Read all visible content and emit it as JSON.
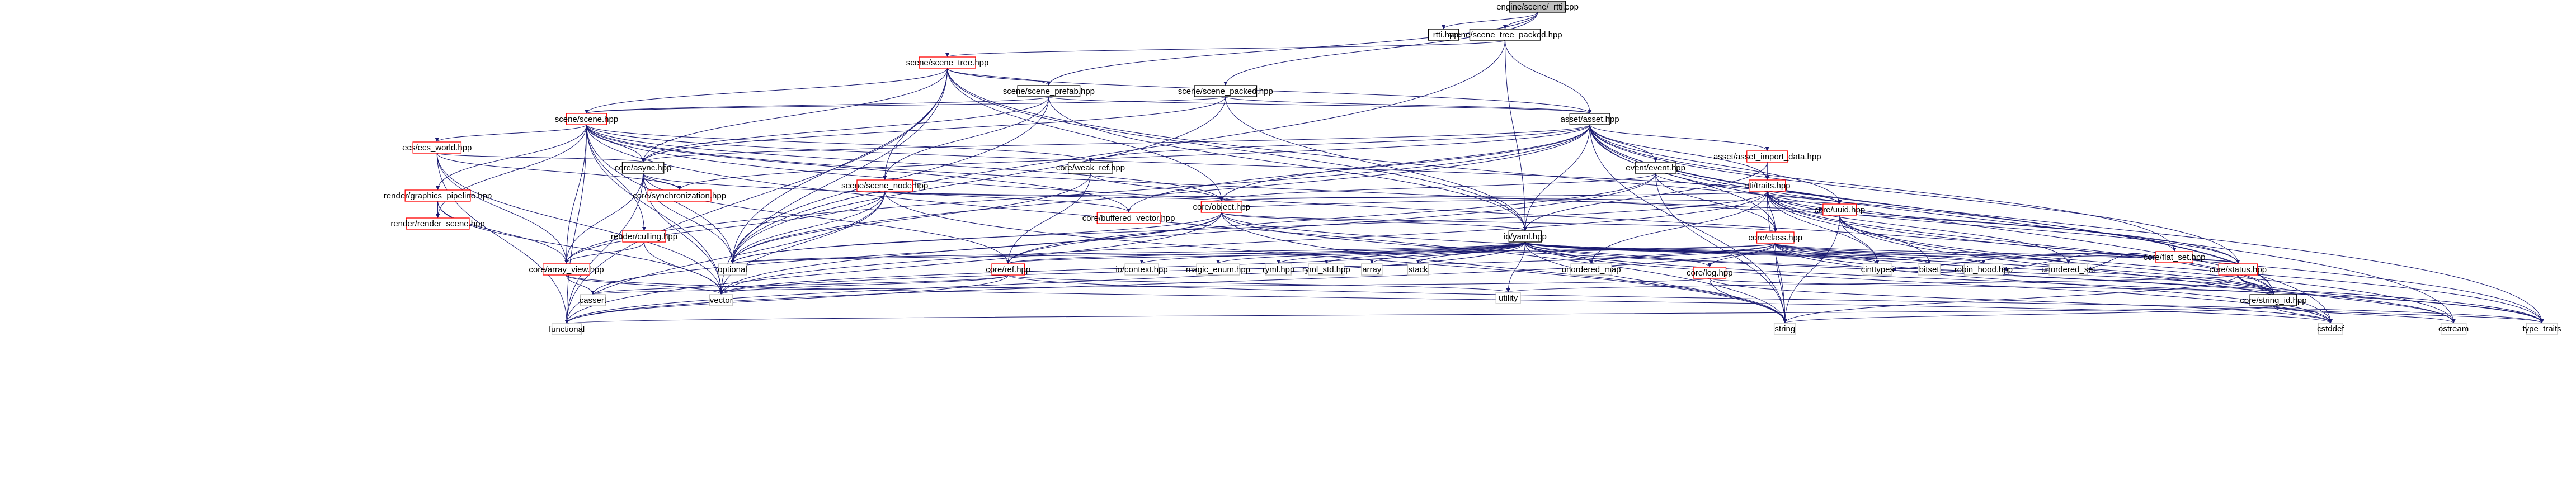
{
  "diagram": {
    "colors": {
      "edge": "#191970",
      "root_fill": "#bfbfbf",
      "external_fill": "#ffffff",
      "internal_border": "#ff0000",
      "external_border": "#000000",
      "text": "#000000"
    },
    "nodes": [
      {
        "id": "root",
        "label": "engine/scene/_rtti.cpp",
        "kind": "root"
      },
      {
        "id": "rtti",
        "label": "_rtti.hpp",
        "kind": "leaf"
      },
      {
        "id": "stp",
        "label": "scene/scene_tree_packed.hpp",
        "kind": "leaf"
      },
      {
        "id": "st",
        "label": "scene/scene_tree.hpp",
        "kind": "internal"
      },
      {
        "id": "sprefab",
        "label": "scene/scene_prefab.hpp",
        "kind": "leaf"
      },
      {
        "id": "spacked",
        "label": "scene/scene_packed.hpp",
        "kind": "leaf"
      },
      {
        "id": "scene",
        "label": "scene/scene.hpp",
        "kind": "internal"
      },
      {
        "id": "asset",
        "label": "asset/asset.hpp",
        "kind": "leaf"
      },
      {
        "id": "ecs",
        "label": "ecs/ecs_world.hpp",
        "kind": "internal"
      },
      {
        "id": "async",
        "label": "core/async.hpp",
        "kind": "leaf"
      },
      {
        "id": "weak",
        "label": "core/weak_ref.hpp",
        "kind": "leaf"
      },
      {
        "id": "event",
        "label": "event/event.hpp",
        "kind": "leaf"
      },
      {
        "id": "aimport",
        "label": "asset/asset_import_data.hpp",
        "kind": "internal"
      },
      {
        "id": "rtrait",
        "label": "rtti/traits.hpp",
        "kind": "internal"
      },
      {
        "id": "snode",
        "label": "scene/scene_node.hpp",
        "kind": "internal"
      },
      {
        "id": "sync",
        "label": "core/synchronization.hpp",
        "kind": "internal"
      },
      {
        "id": "gpipe",
        "label": "render/graphics_pipeline.hpp",
        "kind": "internal"
      },
      {
        "id": "rscene",
        "label": "render/render_scene.hpp",
        "kind": "internal"
      },
      {
        "id": "bvec",
        "label": "core/buffered_vector.hpp",
        "kind": "internal"
      },
      {
        "id": "object",
        "label": "core/object.hpp",
        "kind": "internal"
      },
      {
        "id": "uuid",
        "label": "core/uuid.hpp",
        "kind": "internal"
      },
      {
        "id": "cull",
        "label": "render/culling.hpp",
        "kind": "internal"
      },
      {
        "id": "yaml",
        "label": "io/yaml.hpp",
        "kind": "leaf"
      },
      {
        "id": "class",
        "label": "core/class.hpp",
        "kind": "internal"
      },
      {
        "id": "fset",
        "label": "core/flat_set.hpp",
        "kind": "internal"
      },
      {
        "id": "aview",
        "label": "core/array_view.hpp",
        "kind": "internal"
      },
      {
        "id": "optional",
        "label": "optional",
        "kind": "external"
      },
      {
        "id": "ref",
        "label": "core/ref.hpp",
        "kind": "internal"
      },
      {
        "id": "ioctx",
        "label": "io/context.hpp",
        "kind": "external"
      },
      {
        "id": "menum",
        "label": "magic_enum.hpp",
        "kind": "external"
      },
      {
        "id": "ryml",
        "label": "ryml.hpp",
        "kind": "external"
      },
      {
        "id": "rymlstd",
        "label": "ryml_std.hpp",
        "kind": "external"
      },
      {
        "id": "array",
        "label": "array",
        "kind": "external"
      },
      {
        "id": "stack",
        "label": "stack",
        "kind": "external"
      },
      {
        "id": "umap",
        "label": "unordered_map",
        "kind": "external"
      },
      {
        "id": "log",
        "label": "core/log.hpp",
        "kind": "internal"
      },
      {
        "id": "cinttypes",
        "label": "cinttypes",
        "kind": "external"
      },
      {
        "id": "bitset",
        "label": "bitset",
        "kind": "external"
      },
      {
        "id": "robin",
        "label": "robin_hood.hpp",
        "kind": "external"
      },
      {
        "id": "uset",
        "label": "unordered_set",
        "kind": "external"
      },
      {
        "id": "status",
        "label": "core/status.hpp",
        "kind": "internal"
      },
      {
        "id": "vector",
        "label": "vector",
        "kind": "external"
      },
      {
        "id": "cassert",
        "label": "cassert",
        "kind": "external"
      },
      {
        "id": "utility",
        "label": "utility",
        "kind": "external"
      },
      {
        "id": "strid",
        "label": "core/string_id.hpp",
        "kind": "leaf"
      },
      {
        "id": "functional",
        "label": "functional",
        "kind": "external"
      },
      {
        "id": "string",
        "label": "string",
        "kind": "external"
      },
      {
        "id": "cstddef",
        "label": "cstddef",
        "kind": "external"
      },
      {
        "id": "ostream",
        "label": "ostream",
        "kind": "external"
      },
      {
        "id": "typetraits",
        "label": "type_traits",
        "kind": "external"
      }
    ],
    "edges": [
      [
        "root",
        "rtti"
      ],
      [
        "root",
        "stp"
      ],
      [
        "root",
        "sprefab"
      ],
      [
        "root",
        "spacked"
      ],
      [
        "stp",
        "st"
      ],
      [
        "stp",
        "asset"
      ],
      [
        "stp",
        "yaml"
      ],
      [
        "stp",
        "optional"
      ],
      [
        "st",
        "sprefab"
      ],
      [
        "st",
        "scene"
      ],
      [
        "st",
        "asset"
      ],
      [
        "st",
        "snode"
      ],
      [
        "st",
        "async"
      ],
      [
        "st",
        "functional"
      ],
      [
        "st",
        "object"
      ],
      [
        "st",
        "yaml"
      ],
      [
        "st",
        "strid"
      ],
      [
        "st",
        "vector"
      ],
      [
        "st",
        "optional"
      ],
      [
        "sprefab",
        "asset"
      ],
      [
        "sprefab",
        "scene"
      ],
      [
        "sprefab",
        "snode"
      ],
      [
        "sprefab",
        "async"
      ],
      [
        "sprefab",
        "yaml"
      ],
      [
        "sprefab",
        "optional"
      ],
      [
        "spacked",
        "asset"
      ],
      [
        "spacked",
        "scene"
      ],
      [
        "spacked",
        "async"
      ],
      [
        "spacked",
        "yaml"
      ],
      [
        "spacked",
        "optional"
      ],
      [
        "scene",
        "ecs"
      ],
      [
        "scene",
        "async"
      ],
      [
        "scene",
        "weak"
      ],
      [
        "scene",
        "gpipe"
      ],
      [
        "scene",
        "rscene"
      ],
      [
        "scene",
        "cull"
      ],
      [
        "scene",
        "bvec"
      ],
      [
        "scene",
        "object"
      ],
      [
        "scene",
        "uuid"
      ],
      [
        "scene",
        "aview"
      ],
      [
        "scene",
        "functional"
      ],
      [
        "scene",
        "vector"
      ],
      [
        "scene",
        "optional"
      ],
      [
        "scene",
        "strid"
      ],
      [
        "scene",
        "status"
      ],
      [
        "scene",
        "string"
      ],
      [
        "asset",
        "event"
      ],
      [
        "asset",
        "aimport"
      ],
      [
        "asset",
        "rtrait"
      ],
      [
        "asset",
        "weak"
      ],
      [
        "asset",
        "async"
      ],
      [
        "asset",
        "bvec"
      ],
      [
        "asset",
        "object"
      ],
      [
        "asset",
        "uuid"
      ],
      [
        "asset",
        "class"
      ],
      [
        "asset",
        "fset"
      ],
      [
        "asset",
        "yaml"
      ],
      [
        "asset",
        "optional"
      ],
      [
        "asset",
        "strid"
      ],
      [
        "asset",
        "status"
      ],
      [
        "asset",
        "string"
      ],
      [
        "asset",
        "cstddef"
      ],
      [
        "asset",
        "ostream"
      ],
      [
        "asset",
        "typetraits"
      ],
      [
        "asset",
        "sync"
      ],
      [
        "asset",
        "aview"
      ],
      [
        "ecs",
        "async"
      ],
      [
        "ecs",
        "sync"
      ],
      [
        "ecs",
        "aview"
      ],
      [
        "ecs",
        "functional"
      ],
      [
        "ecs",
        "vector"
      ],
      [
        "async",
        "sync"
      ],
      [
        "async",
        "bvec"
      ],
      [
        "async",
        "aview"
      ],
      [
        "async",
        "ref"
      ],
      [
        "async",
        "functional"
      ],
      [
        "async",
        "optional"
      ],
      [
        "async",
        "vector"
      ],
      [
        "weak",
        "object"
      ],
      [
        "weak",
        "ref"
      ],
      [
        "weak",
        "optional"
      ],
      [
        "event",
        "object"
      ],
      [
        "event",
        "class"
      ],
      [
        "event",
        "uuid"
      ],
      [
        "event",
        "ref"
      ],
      [
        "event",
        "vector"
      ],
      [
        "event",
        "string"
      ],
      [
        "aimport",
        "rtrait"
      ],
      [
        "aimport",
        "yaml"
      ],
      [
        "rtrait",
        "object"
      ],
      [
        "rtrait",
        "class"
      ],
      [
        "rtrait",
        "uuid"
      ],
      [
        "rtrait",
        "fset"
      ],
      [
        "rtrait",
        "status"
      ],
      [
        "rtrait",
        "strid"
      ],
      [
        "rtrait",
        "cinttypes"
      ],
      [
        "rtrait",
        "bitset"
      ],
      [
        "rtrait",
        "uset"
      ],
      [
        "rtrait",
        "optional"
      ],
      [
        "rtrait",
        "vector"
      ],
      [
        "rtrait",
        "typetraits"
      ],
      [
        "rtrait",
        "umap"
      ],
      [
        "rtrait",
        "string"
      ],
      [
        "snode",
        "object"
      ],
      [
        "snode",
        "uuid"
      ],
      [
        "snode",
        "aview"
      ],
      [
        "snode",
        "vector"
      ],
      [
        "snode",
        "optional"
      ],
      [
        "snode",
        "string"
      ],
      [
        "snode",
        "functional"
      ],
      [
        "gpipe",
        "rscene"
      ],
      [
        "gpipe",
        "aview"
      ],
      [
        "gpipe",
        "vector"
      ],
      [
        "object",
        "yaml"
      ],
      [
        "object",
        "ref"
      ],
      [
        "object",
        "class"
      ],
      [
        "object",
        "uuid"
      ],
      [
        "object",
        "optional"
      ],
      [
        "object",
        "strid"
      ],
      [
        "object",
        "cassert"
      ],
      [
        "object",
        "functional"
      ],
      [
        "object",
        "string"
      ],
      [
        "object",
        "ostream"
      ],
      [
        "uuid",
        "cinttypes"
      ],
      [
        "uuid",
        "ostream"
      ],
      [
        "uuid",
        "string"
      ],
      [
        "uuid",
        "typetraits"
      ],
      [
        "uuid",
        "cstddef"
      ],
      [
        "cull",
        "aview"
      ],
      [
        "cull",
        "vector"
      ],
      [
        "yaml",
        "optional"
      ],
      [
        "yaml",
        "ref"
      ],
      [
        "yaml",
        "ioctx"
      ],
      [
        "yaml",
        "menum"
      ],
      [
        "yaml",
        "ryml"
      ],
      [
        "yaml",
        "rymlstd"
      ],
      [
        "yaml",
        "array"
      ],
      [
        "yaml",
        "stack"
      ],
      [
        "yaml",
        "umap"
      ],
      [
        "yaml",
        "utility"
      ],
      [
        "yaml",
        "vector"
      ],
      [
        "yaml",
        "string"
      ],
      [
        "yaml",
        "strid"
      ],
      [
        "yaml",
        "status"
      ],
      [
        "yaml",
        "cinttypes"
      ],
      [
        "yaml",
        "bitset"
      ],
      [
        "yaml",
        "robin"
      ],
      [
        "yaml",
        "uset"
      ],
      [
        "yaml",
        "cstddef"
      ],
      [
        "yaml",
        "typetraits"
      ],
      [
        "yaml",
        "functional"
      ],
      [
        "yaml",
        "log"
      ],
      [
        "class",
        "robin"
      ],
      [
        "class",
        "umap"
      ],
      [
        "class",
        "cinttypes"
      ],
      [
        "class",
        "bitset"
      ],
      [
        "class",
        "uset"
      ],
      [
        "class",
        "status"
      ],
      [
        "class",
        "strid"
      ],
      [
        "class",
        "log"
      ],
      [
        "class",
        "ref"
      ],
      [
        "class",
        "optional"
      ],
      [
        "class",
        "vector"
      ],
      [
        "class",
        "string"
      ],
      [
        "class",
        "typetraits"
      ],
      [
        "class",
        "functional"
      ],
      [
        "class",
        "cstddef"
      ],
      [
        "fset",
        "robin"
      ],
      [
        "fset",
        "uset"
      ],
      [
        "fset",
        "cinttypes"
      ],
      [
        "aview",
        "vector"
      ],
      [
        "aview",
        "cassert"
      ],
      [
        "aview",
        "cstddef"
      ],
      [
        "ref",
        "cassert"
      ],
      [
        "ref",
        "utility"
      ],
      [
        "ref",
        "functional"
      ],
      [
        "ref",
        "typetraits"
      ],
      [
        "ref",
        "vector"
      ],
      [
        "log",
        "cassert"
      ],
      [
        "log",
        "string"
      ],
      [
        "log",
        "strid"
      ],
      [
        "log",
        "cstddef"
      ],
      [
        "status",
        "utility"
      ],
      [
        "status",
        "strid"
      ],
      [
        "status",
        "string"
      ],
      [
        "status",
        "ostream"
      ],
      [
        "status",
        "typetraits"
      ],
      [
        "strid",
        "functional"
      ],
      [
        "strid",
        "string"
      ],
      [
        "strid",
        "cstddef"
      ],
      [
        "strid",
        "ostream"
      ],
      [
        "strid",
        "typetraits"
      ]
    ]
  }
}
